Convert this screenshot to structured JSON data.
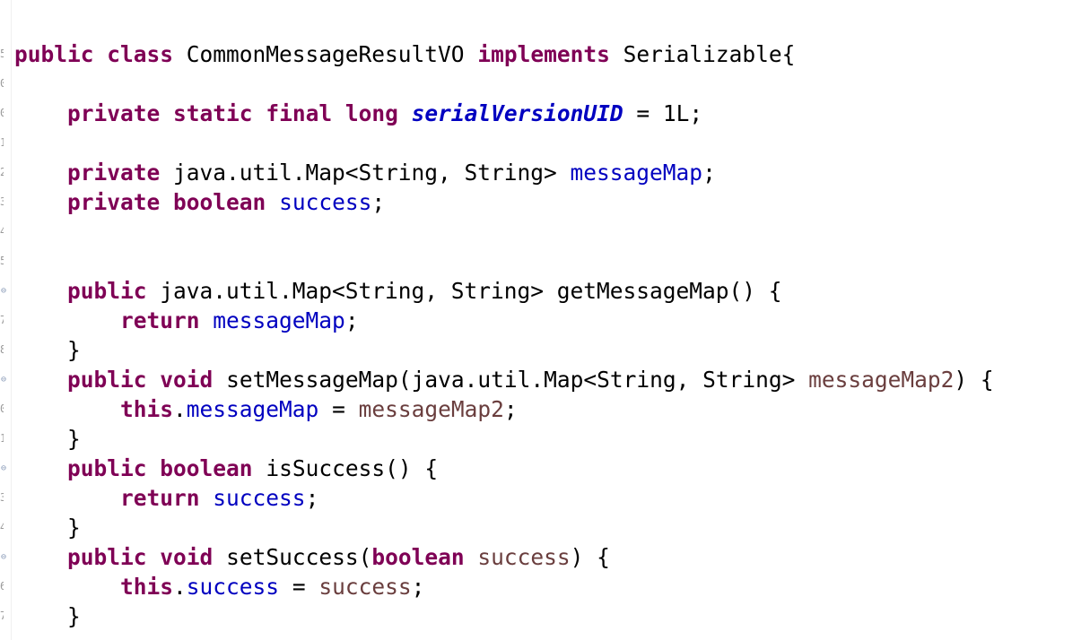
{
  "editor": {
    "lines": [
      [
        {
          "t": "public",
          "c": "kw"
        },
        {
          "t": " ",
          "c": "plain"
        },
        {
          "t": "class",
          "c": "kw"
        },
        {
          "t": " CommonMessageResultVO ",
          "c": "plain"
        },
        {
          "t": "implements",
          "c": "kw"
        },
        {
          "t": " Serializable{",
          "c": "plain"
        }
      ],
      [],
      [
        {
          "t": "    ",
          "c": "plain"
        },
        {
          "t": "private",
          "c": "kw"
        },
        {
          "t": " ",
          "c": "plain"
        },
        {
          "t": "static",
          "c": "kw"
        },
        {
          "t": " ",
          "c": "plain"
        },
        {
          "t": "final",
          "c": "kw"
        },
        {
          "t": " ",
          "c": "plain"
        },
        {
          "t": "long",
          "c": "kw"
        },
        {
          "t": " ",
          "c": "plain"
        },
        {
          "t": "serialVersionUID",
          "c": "sfield"
        },
        {
          "t": " = 1L;",
          "c": "plain"
        }
      ],
      [],
      [
        {
          "t": "    ",
          "c": "plain"
        },
        {
          "t": "private",
          "c": "kw"
        },
        {
          "t": " java.util.Map<String, String> ",
          "c": "plain"
        },
        {
          "t": "messageMap",
          "c": "field"
        },
        {
          "t": ";",
          "c": "plain"
        }
      ],
      [
        {
          "t": "    ",
          "c": "plain"
        },
        {
          "t": "private",
          "c": "kw"
        },
        {
          "t": " ",
          "c": "plain"
        },
        {
          "t": "boolean",
          "c": "kw"
        },
        {
          "t": " ",
          "c": "plain"
        },
        {
          "t": "success",
          "c": "field"
        },
        {
          "t": ";",
          "c": "plain"
        }
      ],
      [],
      [],
      [
        {
          "t": "    ",
          "c": "plain"
        },
        {
          "t": "public",
          "c": "kw"
        },
        {
          "t": " java.util.Map<String, String> getMessageMap() {",
          "c": "plain"
        }
      ],
      [
        {
          "t": "        ",
          "c": "plain"
        },
        {
          "t": "return",
          "c": "kw"
        },
        {
          "t": " ",
          "c": "plain"
        },
        {
          "t": "messageMap",
          "c": "field"
        },
        {
          "t": ";",
          "c": "plain"
        }
      ],
      [
        {
          "t": "    }",
          "c": "plain"
        }
      ],
      [
        {
          "t": "    ",
          "c": "plain"
        },
        {
          "t": "public",
          "c": "kw"
        },
        {
          "t": " ",
          "c": "plain"
        },
        {
          "t": "void",
          "c": "kw"
        },
        {
          "t": " setMessageMap(java.util.Map<String, String> ",
          "c": "plain"
        },
        {
          "t": "messageMap2",
          "c": "param"
        },
        {
          "t": ") {",
          "c": "plain"
        }
      ],
      [
        {
          "t": "        ",
          "c": "plain"
        },
        {
          "t": "this",
          "c": "kw"
        },
        {
          "t": ".",
          "c": "plain"
        },
        {
          "t": "messageMap",
          "c": "field"
        },
        {
          "t": " = ",
          "c": "plain"
        },
        {
          "t": "messageMap2",
          "c": "param"
        },
        {
          "t": ";",
          "c": "plain"
        }
      ],
      [
        {
          "t": "    }",
          "c": "plain"
        }
      ],
      [
        {
          "t": "    ",
          "c": "plain"
        },
        {
          "t": "public",
          "c": "kw"
        },
        {
          "t": " ",
          "c": "plain"
        },
        {
          "t": "boolean",
          "c": "kw"
        },
        {
          "t": " isSuccess() {",
          "c": "plain"
        }
      ],
      [
        {
          "t": "        ",
          "c": "plain"
        },
        {
          "t": "return",
          "c": "kw"
        },
        {
          "t": " ",
          "c": "plain"
        },
        {
          "t": "success",
          "c": "field"
        },
        {
          "t": ";",
          "c": "plain"
        }
      ],
      [
        {
          "t": "    }",
          "c": "plain"
        }
      ],
      [
        {
          "t": "    ",
          "c": "plain"
        },
        {
          "t": "public",
          "c": "kw"
        },
        {
          "t": " ",
          "c": "plain"
        },
        {
          "t": "void",
          "c": "kw"
        },
        {
          "t": " setSuccess(",
          "c": "plain"
        },
        {
          "t": "boolean",
          "c": "kw"
        },
        {
          "t": " ",
          "c": "plain"
        },
        {
          "t": "success",
          "c": "param"
        },
        {
          "t": ") {",
          "c": "plain"
        }
      ],
      [
        {
          "t": "        ",
          "c": "plain"
        },
        {
          "t": "this",
          "c": "kw"
        },
        {
          "t": ".",
          "c": "plain"
        },
        {
          "t": "success",
          "c": "field"
        },
        {
          "t": " = ",
          "c": "plain"
        },
        {
          "t": "success",
          "c": "param"
        },
        {
          "t": ";",
          "c": "plain"
        }
      ],
      [
        {
          "t": "    }",
          "c": "plain"
        }
      ]
    ],
    "fold_icon": "collapse-minus-icon"
  },
  "colors": {
    "keyword": "#7f0055",
    "field": "#0000c0",
    "parameter": "#6a3e3e",
    "text": "#000000",
    "background": "#ffffff"
  }
}
